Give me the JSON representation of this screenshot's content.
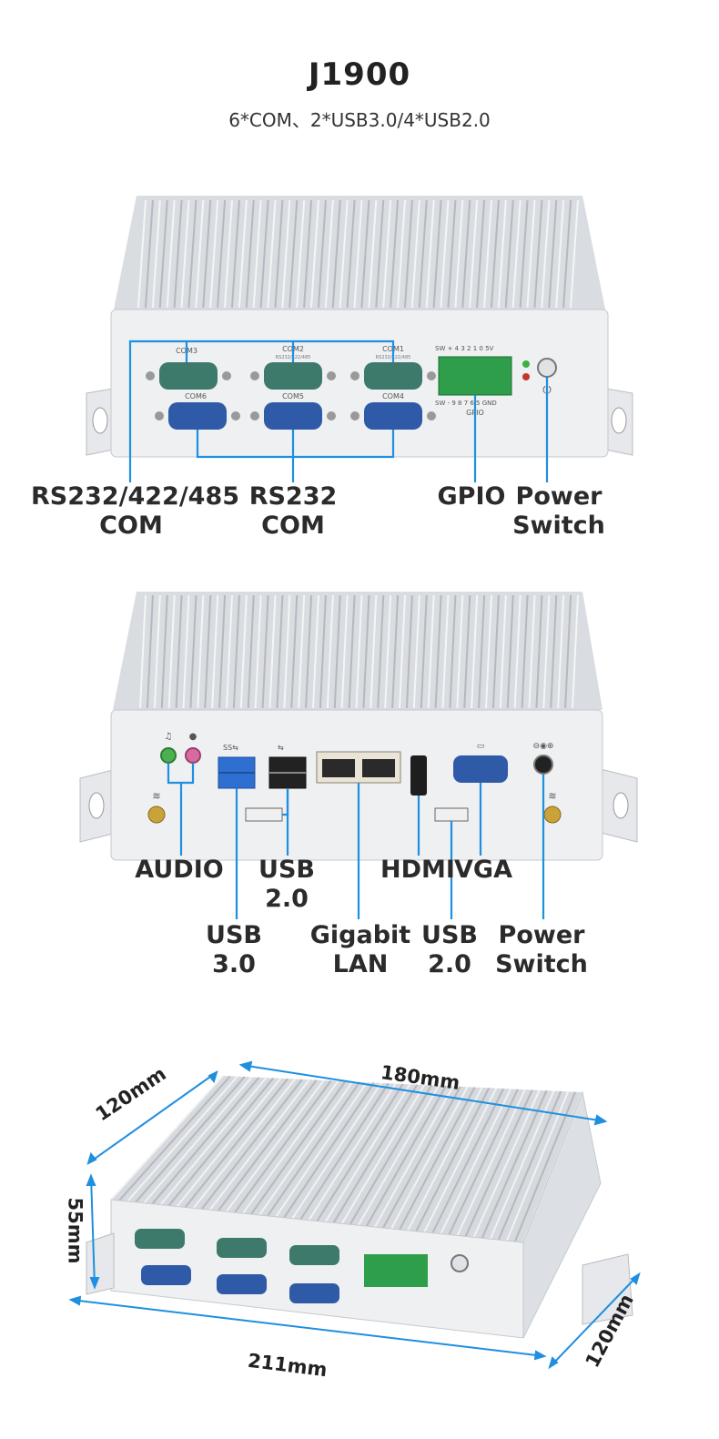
{
  "header": {
    "title": "J1900",
    "subtitle": "6*COM、2*USB3.0/4*USB2.0"
  },
  "front": {
    "port_labels": {
      "com3": "COM3",
      "com2": "COM2",
      "com2_sub": "RS232/422/485",
      "com1": "COM1",
      "com1_sub": "RS232/422/485",
      "com6": "COM6",
      "com5": "COM5",
      "com4": "COM4",
      "gpio_top": "SW + 4 3 2 1 0 5V",
      "gpio_bottom": "SW - 9 8 7 6 5 GND",
      "gpio": "GPIO"
    },
    "callouts": {
      "rs_multi_1": "RS232/422/485",
      "rs_multi_2": "COM",
      "rs232_1": "RS232",
      "rs232_2": "COM",
      "gpio": "GPIO",
      "power_1": "Power",
      "power_2": "Switch"
    }
  },
  "rear": {
    "callouts": {
      "audio": "AUDIO",
      "usb20a_1": "USB",
      "usb20a_2": "2.0",
      "hdmi": "HDMI",
      "vga": "VGA",
      "usb30_1": "USB",
      "usb30_2": "3.0",
      "lan_1": "Gigabit",
      "lan_2": "LAN",
      "usb20b_1": "USB",
      "usb20b_2": "2.0",
      "power_1": "Power",
      "power_2": "Switch"
    }
  },
  "dimensions": {
    "length": "180mm",
    "depth_top": "120mm",
    "height": "55mm",
    "width_bottom": "211mm",
    "depth_right": "120mm"
  },
  "colors": {
    "accent_line": "#1f8fe0",
    "com_green": "#3d7a6c",
    "com_blue": "#2e5aa8",
    "usb3_blue": "#2f6fd1",
    "gpio_green": "#2e9e4a"
  }
}
